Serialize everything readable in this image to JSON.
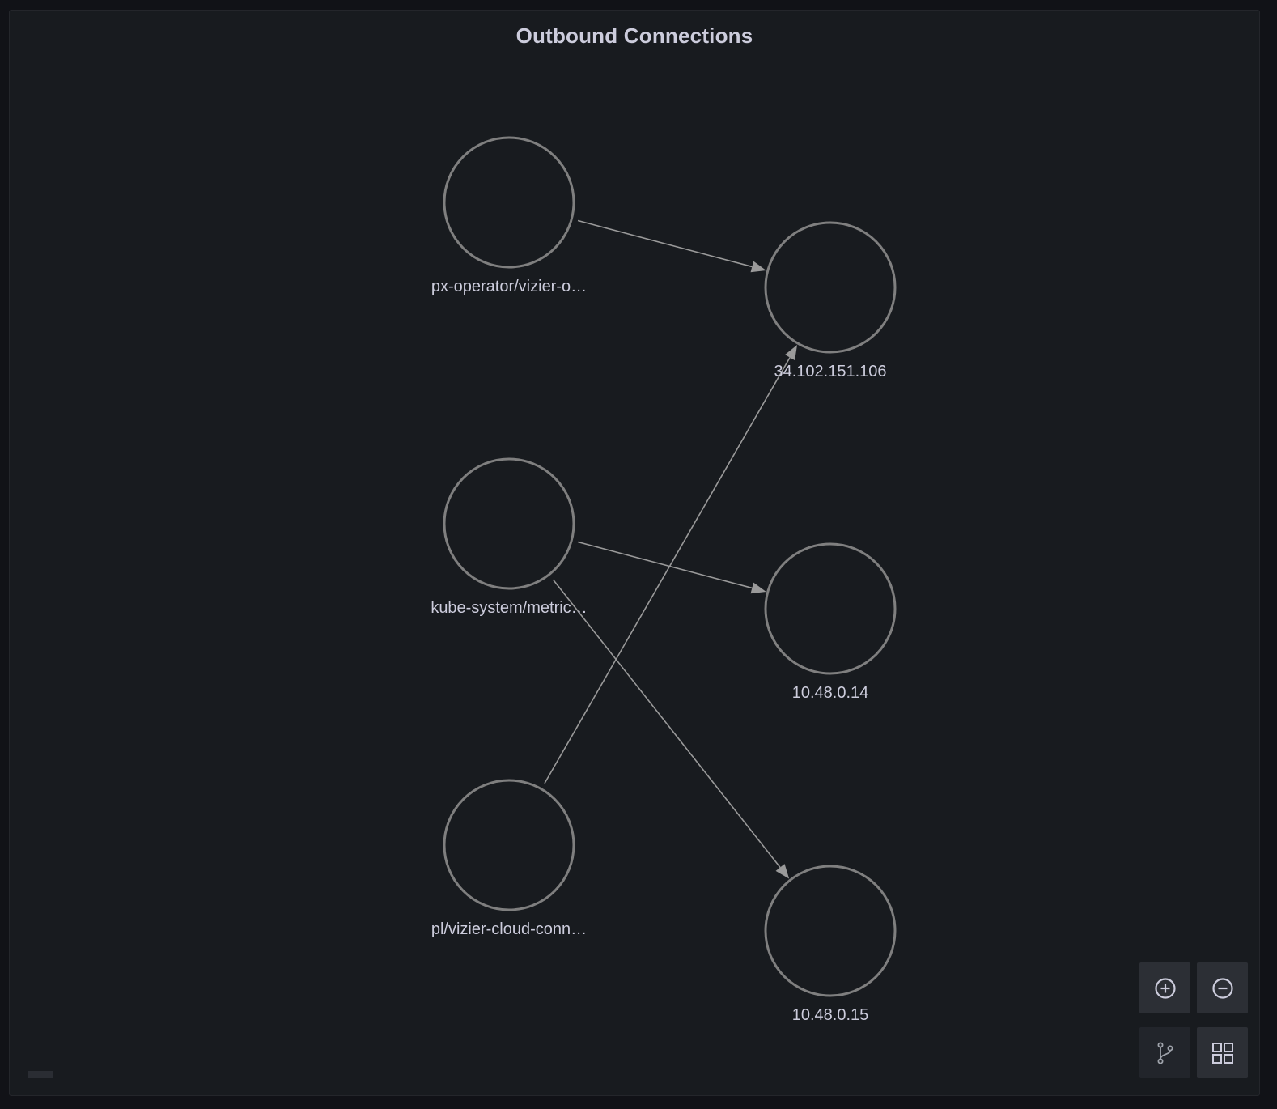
{
  "panel": {
    "title": "Outbound Connections"
  },
  "graph": {
    "nodes": [
      {
        "id": "n1",
        "label": "px-operator/vizier-o…"
      },
      {
        "id": "n2",
        "label": "kube-system/metric…"
      },
      {
        "id": "n3",
        "label": "pl/vizier-cloud-conn…"
      },
      {
        "id": "n4",
        "label": "34.102.151.106"
      },
      {
        "id": "n5",
        "label": "10.48.0.14"
      },
      {
        "id": "n6",
        "label": "10.48.0.15"
      }
    ],
    "edges": [
      {
        "from": "n1",
        "to": "n4"
      },
      {
        "from": "n2",
        "to": "n5"
      },
      {
        "from": "n2",
        "to": "n6"
      },
      {
        "from": "n3",
        "to": "n4"
      }
    ]
  },
  "controls": {
    "zoom_in": "plus-circle-icon",
    "zoom_out": "minus-circle-icon",
    "layout_layered": "code-branch-icon",
    "layout_grid": "grid-icon"
  },
  "colors": {
    "background": "#111217",
    "panel": "#181b1f",
    "node_stroke": "#7f7f7f",
    "edge": "#9a9a9a",
    "text": "#ccccdc"
  }
}
